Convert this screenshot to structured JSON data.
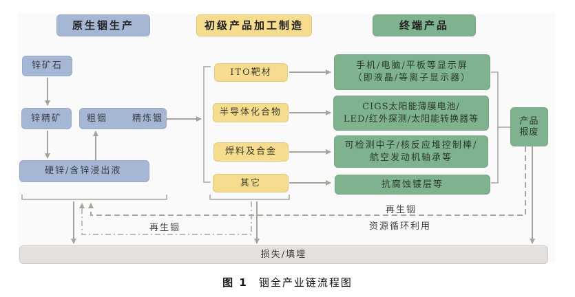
{
  "headers": {
    "primary": "原生铟生产",
    "processing": "初级产品加工制造",
    "terminal": "终端产品"
  },
  "primary_nodes": {
    "zinc_ore": "锌矿石",
    "zinc_concentrate": "锌精矿",
    "crude_indium": "粗铟",
    "refined_indium": "精炼铟",
    "hard_zinc": "硬锌/含锌浸出液"
  },
  "processing_nodes": [
    {
      "label": "ITO靶材"
    },
    {
      "label": "半导体化合物"
    },
    {
      "label": "焊料及合金"
    },
    {
      "label": "其它"
    }
  ],
  "terminal_nodes": [
    {
      "line1": "手机/电脑/平板等显示屏",
      "line2": "（即液晶/等离子显示器）"
    },
    {
      "line1": "CIGS太阳能薄膜电池/",
      "line2": "LED/红外探测/太阳能转换器等"
    },
    {
      "line1": "可检测中子/核反应堆控制棒/",
      "line2": "航空发动机轴承等"
    },
    {
      "line1": "抗腐蚀镀层等",
      "line2": ""
    }
  ],
  "scrap": {
    "line1": "产品",
    "line2": "报废"
  },
  "loss": "损失/填埋",
  "flow_labels": {
    "recycled_indium_left": "再生铟",
    "recycled_indium_right": "再生铟",
    "resource_recycling": "资源循环利用"
  },
  "caption": {
    "number": "图 1",
    "title": "铟全产业链流程图"
  },
  "colors": {
    "primary": "#a6b7d6",
    "processing": "#f6dc8e",
    "terminal": "#7fb28f",
    "loss": "#e2e1df",
    "connector": "#aaa29a"
  }
}
